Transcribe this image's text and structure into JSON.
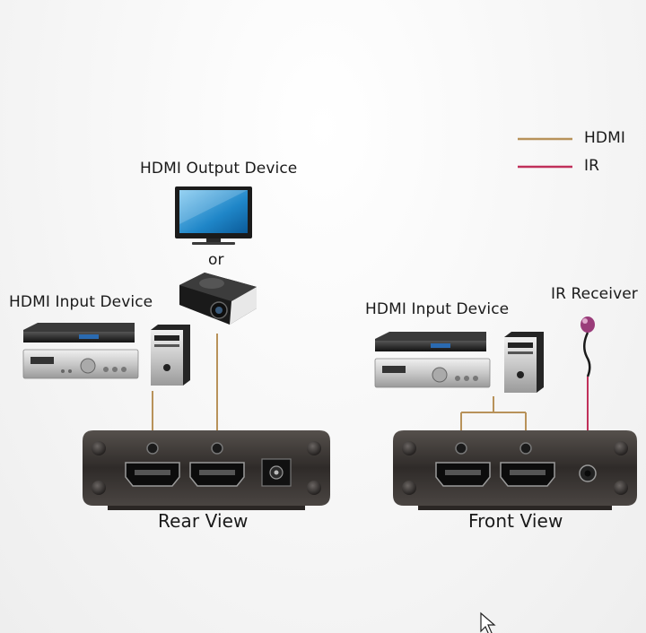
{
  "legend": {
    "items": [
      {
        "label": "HDMI",
        "color": "#b8925a"
      },
      {
        "label": "IR",
        "color": "#c0305a"
      }
    ]
  },
  "rear": {
    "output_device_label": "HDMI Output Device",
    "or_label": "or",
    "input_device_label": "HDMI Input Device",
    "view_label": "Rear View"
  },
  "front": {
    "input_device_label": "HDMI Input Device",
    "ir_receiver_label": "IR Receiver",
    "view_label": "Front View"
  },
  "colors": {
    "hdmi_cable": "#b8925a",
    "ir_cable": "#c0305a",
    "device_body": "#3a3634",
    "ir_bulb": "#9a3c7a"
  }
}
